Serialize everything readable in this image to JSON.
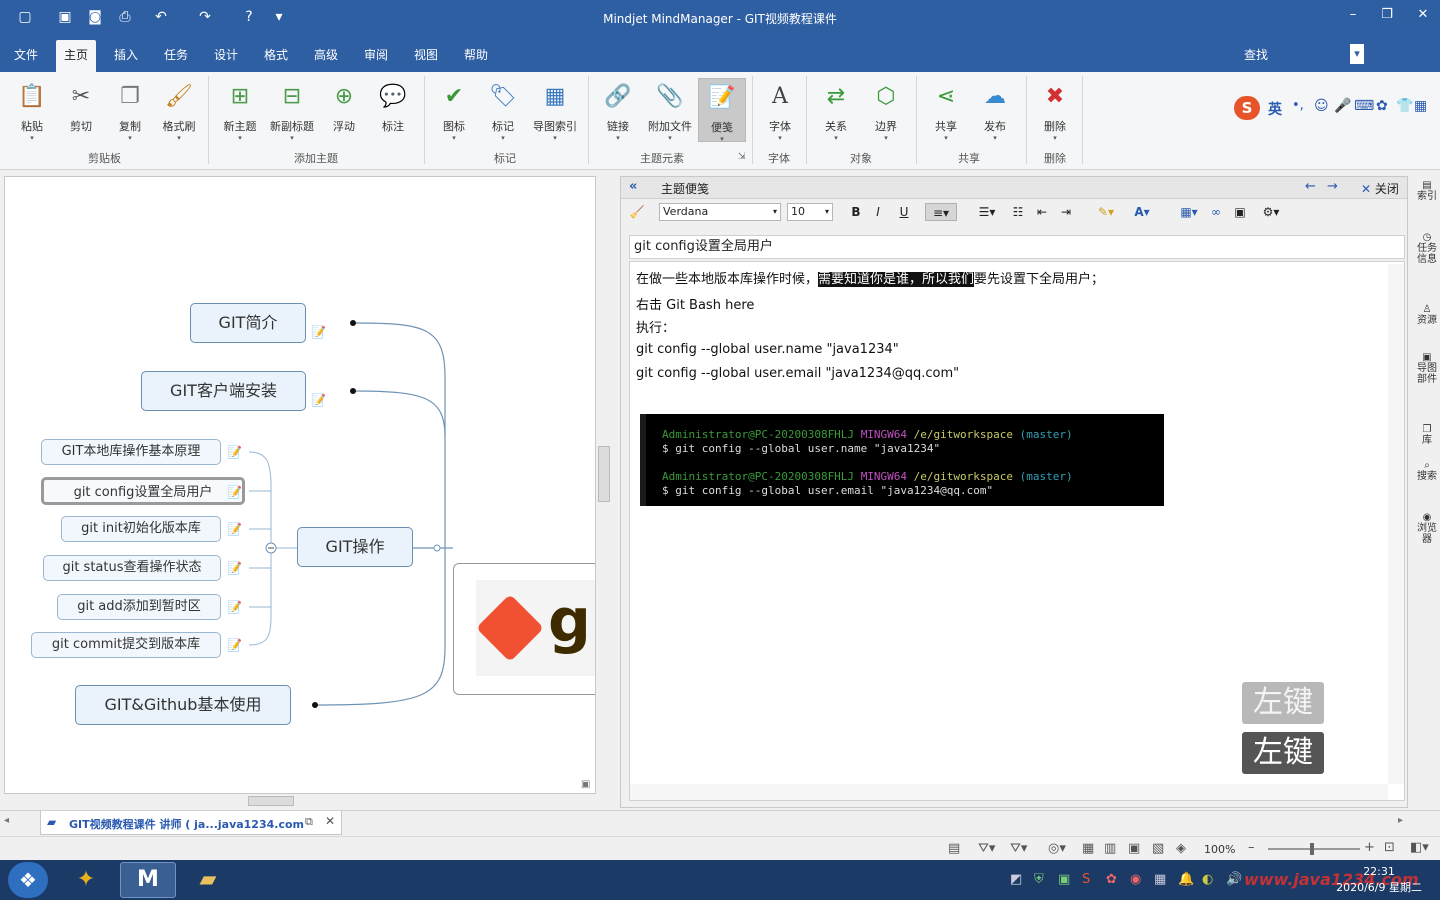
{
  "window": {
    "title": "Mindjet MindManager - GIT视频教程课件"
  },
  "menubar": {
    "items": [
      "文件",
      "主页",
      "插入",
      "任务",
      "设计",
      "格式",
      "高级",
      "审阅",
      "视图",
      "帮助"
    ],
    "active": "主页",
    "find": "查找"
  },
  "ribbon": {
    "buttons": {
      "paste": "粘贴",
      "cut": "剪切",
      "copy": "复制",
      "format_painter": "格式刷",
      "new_topic": "新主题",
      "new_subtopic": "新副标题",
      "float": "浮动",
      "callout": "标注",
      "icons": "图标",
      "tags": "标记",
      "map_index": "导图索引",
      "link": "链接",
      "attach": "附加文件",
      "notes": "便笺",
      "font": "字体",
      "relationship": "关系",
      "boundary": "边界",
      "share": "共享",
      "publish": "发布",
      "delete": "删除"
    },
    "groups": {
      "clipboard": "剪贴板",
      "add_topic": "添加主题",
      "markers": "标记",
      "topic_elements": "主题元素",
      "font": "字体",
      "objects": "对象",
      "share": "共享",
      "delete": "删除"
    }
  },
  "ime": {
    "lang": "英"
  },
  "map": {
    "topics": {
      "intro": "GIT简介",
      "client_install": "GIT客户端安装",
      "git_ops": "GIT操作",
      "github": "GIT&Github基本使用",
      "sub_principle": "GIT本地库操作基本原理",
      "sub_config": "git config设置全局用户",
      "sub_init": "git init初始化版本库",
      "sub_status": "git status查看操作状态",
      "sub_add": "git add添加到暂时区",
      "sub_commit": "git commit提交到版本库"
    },
    "logo_text": "g"
  },
  "notes": {
    "header": "主题便笺",
    "close": "关闭",
    "font_name": "Verdana",
    "font_size": "10",
    "title": "git config设置全局用户",
    "line1_a": "在做一些本地版本库操作时候，",
    "line1_hl": "需要知道你是谁，所以我们",
    "line1_b": "要先设置下全局用户；",
    "line2": "右击 Git Bash here",
    "line3": "执行：",
    "line4": "git config --global user.name \"java1234\"",
    "line5": "git config --global user.email \"java1234@qq.com\"",
    "terminal": {
      "prompt_user": "Administrator@PC-20200308FHLJ",
      "prompt_env": "MINGW64",
      "prompt_path": "/e/gitworkspace",
      "prompt_branch": "(master)",
      "cmd1": "$ git config --global user.name \"java1234\"",
      "cmd2": "$ git config --global user.email \"java1234@qq.com\""
    },
    "key_overlay_1": "左键",
    "key_overlay_2": "左键"
  },
  "side_tabs": [
    "索引",
    "任务信息",
    "资源",
    "导图部件",
    "库",
    "搜索",
    "浏览器"
  ],
  "doc_tab": {
    "label": "GIT视频教程课件 讲师 ( ja...java1234.com"
  },
  "status": {
    "zoom": "100%"
  },
  "taskbar": {
    "time": "22:31",
    "date": "2020/6/9 星期二",
    "watermark": "www.java1234.com"
  }
}
